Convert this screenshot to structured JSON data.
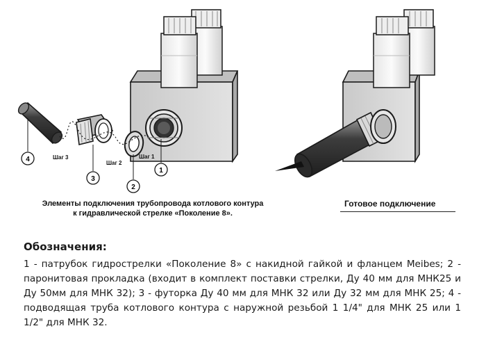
{
  "labels": {
    "part_1": "1",
    "part_2": "2",
    "part_3": "3",
    "part_4": "4",
    "step_1": "Шаг 1",
    "step_2": "Шаг 2",
    "step_3": "Шаг 3"
  },
  "captions": {
    "left_line1": "Элементы подключения трубопровода котлового контура",
    "left_line2": "к гидравлической стрелке «Поколение 8».",
    "right": "Готовое подключение"
  },
  "legend": {
    "title": "Обозначения:",
    "text": "1 - патрубок гидрострелки «Поколение 8» с накидной гайкой и фланцем Meibes; 2 - паронитовая прокладка (входит в комплект поставки стрелки, Ду 40 мм для МНК25 и Ду 50мм для МНК 32); 3 - футорка Ду 40 мм для МНК 32 или Ду 32 мм для МНК 25; 4 - подводящая труба котлового контура с наружной резьбой 1 1/4\" для МНК 25 или 1 1/2\" для МНК 32."
  },
  "colors": {
    "outline": "#1a1a1a",
    "block_fill": "#d4d4d4",
    "pipe_dark": "#4a4a4a",
    "metal_light": "#efefef"
  }
}
